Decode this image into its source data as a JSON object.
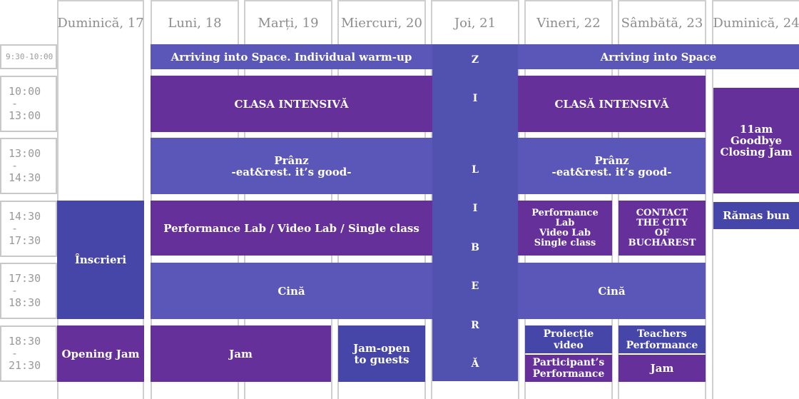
{
  "days": [
    "Duminică, 17",
    "Luni, 18",
    "Marți, 19",
    "Miercuri, 20",
    "Joi, 21",
    "Vineri, 22",
    "Sâmbătă, 23",
    "Duminică, 24"
  ],
  "times": [
    {
      "start": "9:30-10:00",
      "dash": "",
      "end": ""
    },
    {
      "start": "10:00",
      "dash": "-",
      "end": "13:00"
    },
    {
      "start": "13:00",
      "dash": "-",
      "end": "14:30"
    },
    {
      "start": "14:30",
      "dash": "-",
      "end": "17:30"
    },
    {
      "start": "17:30",
      "dash": "-",
      "end": "18:30"
    },
    {
      "start": "18:30",
      "dash": "-",
      "end": "21:30"
    }
  ],
  "events": {
    "warmup_mon_wed": "Arriving into Space. Individual warm-up",
    "warmup_fri_sun": "Arriving into Space",
    "class_mon_wed": "CLASA INTENSIVĂ",
    "class_fri_sat": "CLASĂ INTENSIVĂ",
    "goodbye_line1": "11am",
    "goodbye_line2": "Goodbye",
    "goodbye_line3": "Closing Jam",
    "lunch_title": "Prânz",
    "lunch_sub": "-eat&rest. it’s good-",
    "registration": "Înscrieri",
    "labs_mon_wed": "Performance Lab / Video Lab / Single class",
    "labs_fri_line1": "Performance Lab",
    "labs_fri_line2": "Video Lab",
    "labs_fri_line3": "Single class",
    "contact_line1": "CONTACT",
    "contact_line2": "THE CITY",
    "contact_line3": "OF BUCHAREST",
    "farewell": "Rămas bun",
    "dinner": "Cină",
    "opening_jam": "Opening Jam",
    "jam_mon_tue": "Jam",
    "jam_open_line1": "Jam-open",
    "jam_open_line2": "to guests",
    "video_projection": "Proiecție video",
    "participants_line1": "Participant’s",
    "participants_line2": "Performance",
    "teachers_line1": "Teachers",
    "teachers_line2": "Performance",
    "jam_sat": "Jam"
  },
  "free_day_letters": [
    "Z",
    "I",
    "L",
    "I",
    "B",
    "E",
    "R",
    "Ă"
  ],
  "colors": {
    "purple": "#65309a",
    "blue": "#5b57b8",
    "indigo": "#4646a8",
    "free_day": "#5151af"
  }
}
